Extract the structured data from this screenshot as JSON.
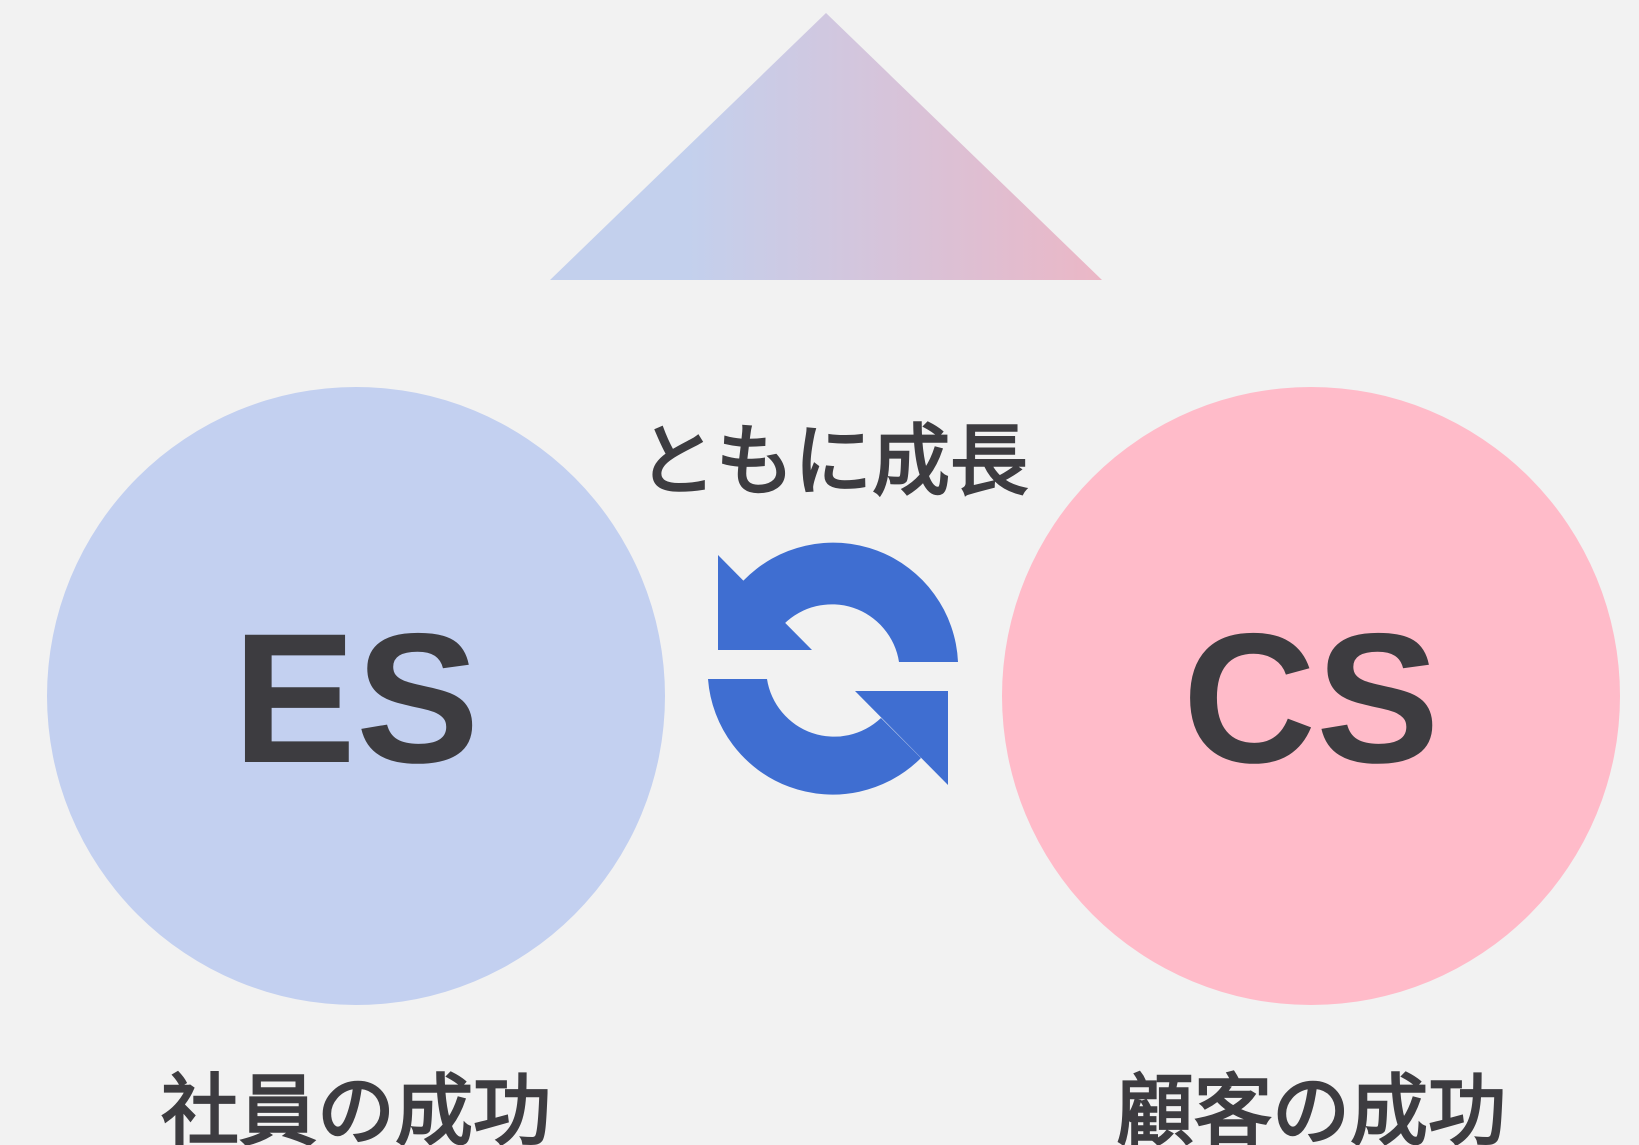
{
  "diagram": {
    "center_label": "ともに成長",
    "left": {
      "abbreviation": "ES",
      "caption": "社員の成功",
      "color": "#c3d0f0"
    },
    "right": {
      "abbreviation": "CS",
      "caption": "顧客の成功",
      "color": "#ffbbc9"
    },
    "triangle": {
      "gradient_start": "#c3d0ed",
      "gradient_end": "#ebb7c6"
    },
    "cycle_icon": {
      "name": "refresh-cycle-icon",
      "color": "#3f6ed1"
    },
    "text_color": "#3d3c40",
    "background": "#f2f2f2"
  }
}
